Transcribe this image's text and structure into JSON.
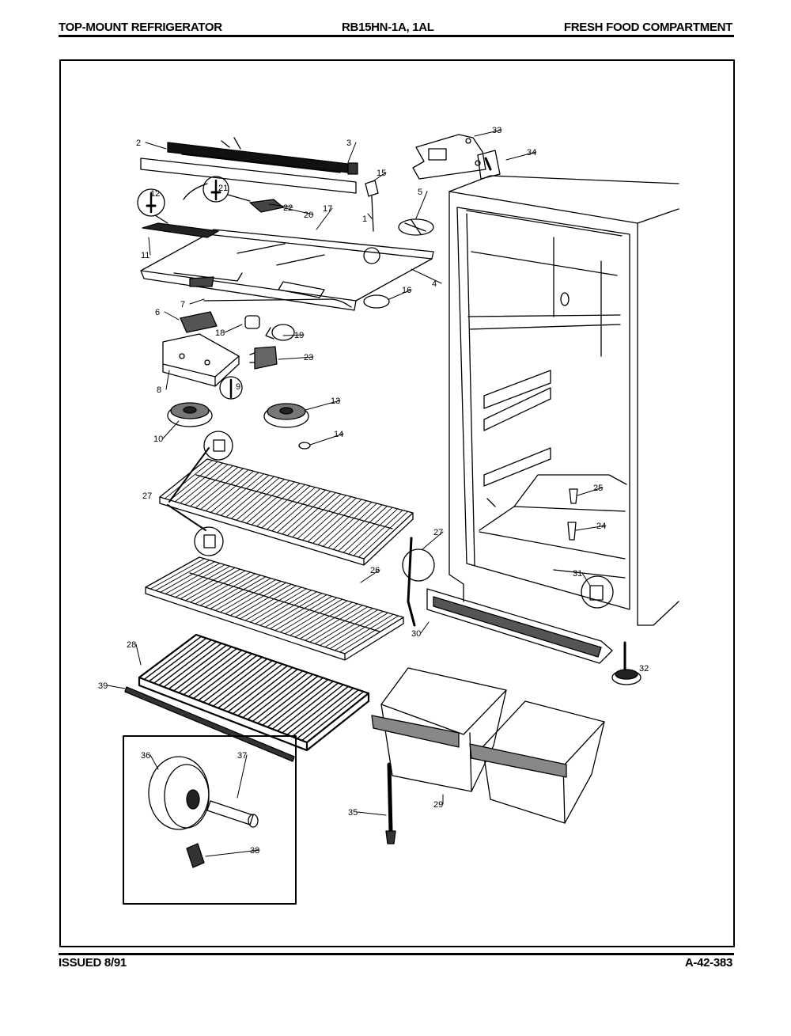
{
  "header": {
    "left": "TOP-MOUNT REFRIGERATOR",
    "center": "RB15HN-1A, 1AL",
    "right": "FRESH FOOD COMPARTMENT"
  },
  "footer": {
    "left": "ISSUED 8/91",
    "right": "A-42-383"
  },
  "callouts": {
    "c1": "1",
    "c2": "2",
    "c3": "3",
    "c4": "4",
    "c5": "5",
    "c6": "6",
    "c7": "7",
    "c8": "8",
    "c9": "9",
    "c10": "10",
    "c11": "11",
    "c12": "12",
    "c13": "13",
    "c14": "14",
    "c15": "15",
    "c16": "16",
    "c17": "17",
    "c18": "18",
    "c19": "19",
    "c20": "20",
    "c21": "21",
    "c22": "22",
    "c23": "23",
    "c24": "24",
    "c25": "25",
    "c26": "26",
    "c27a": "27",
    "c27b": "27",
    "c28": "28",
    "c29": "29",
    "c30": "30",
    "c31": "31",
    "c32": "32",
    "c33": "33",
    "c34": "34",
    "c35": "35",
    "c36": "36",
    "c37": "37",
    "c38": "38",
    "c39": "39"
  }
}
